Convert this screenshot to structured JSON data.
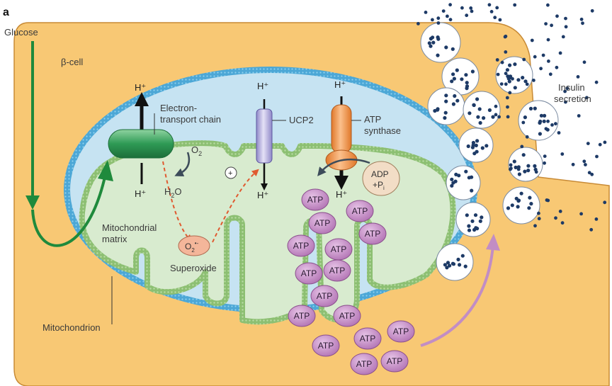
{
  "panel_label": "a",
  "labels": {
    "glucose": "Glucose",
    "beta_cell": "β-cell",
    "etc_line1": "Electron-",
    "etc_line2": "transport chain",
    "o2": "O",
    "o2_sub": "2",
    "h2o_h": "H",
    "h2o_sub": "2",
    "h2o_o": "O",
    "ucp2": "UCP2",
    "atp_synthase_line1": "ATP",
    "atp_synthase_line2": "synthase",
    "adp_line1": "ADP",
    "adp_line2": "+P",
    "adp_sub": "i",
    "plus": "+",
    "superoxide_o": "O",
    "superoxide_sub": "2",
    "superoxide_charge": "•-",
    "superoxide": "Superoxide",
    "matrix_line1": "Mitochondrial",
    "matrix_line2": "matrix",
    "mitochondrion": "Mitochondrion",
    "insulin_line1": "Insulin",
    "insulin_line2": "secretion",
    "proton": "H⁺",
    "atp": "ATP"
  },
  "colors": {
    "cell": "#f8c874",
    "cell_stroke": "#c88a35",
    "outer_membrane": "#5ab2db",
    "intermembrane": "#c6e3f2",
    "inner_membrane": "#8cbf72",
    "matrix": "#d8ebcf",
    "glucose_arrow": "#1f8a3c",
    "etc": "#2e9a55",
    "ucp2": "#b7b3e0",
    "atp_synthase": "#f39a4e",
    "atp_ball": "#c890c8",
    "superoxide": "#f4b69a",
    "adp": "#f2ddc6",
    "ros_arrow": "#e05a30",
    "exocytosis_arrow": "#c28dc4",
    "granule_dot": "#1d3a66"
  }
}
